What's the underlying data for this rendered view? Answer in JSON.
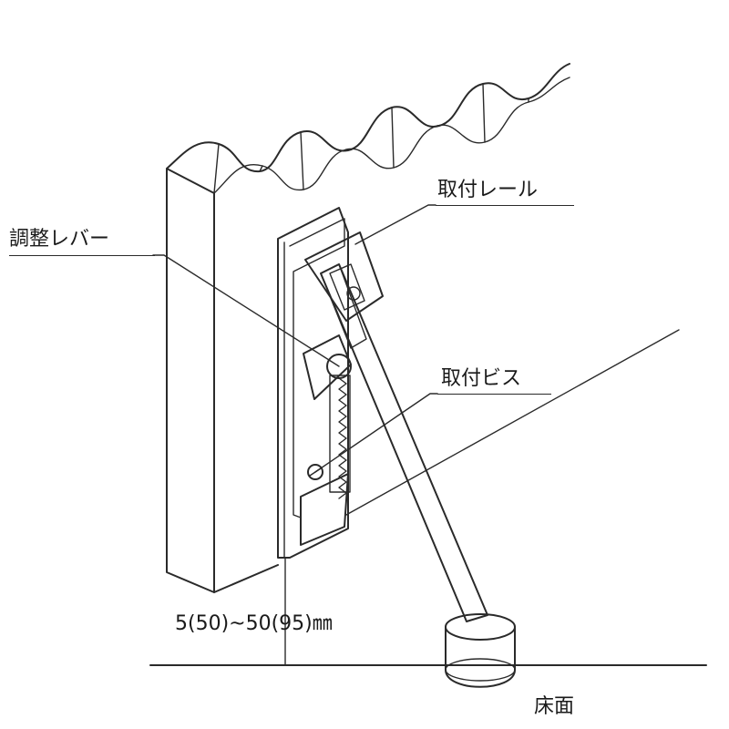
{
  "labels": {
    "adjust_lever": "調整レバー",
    "mount_rail": "取付レール",
    "mount_screw": "取付ビス",
    "dimension": "5(50)~50(95)㎜",
    "floor": "床面"
  }
}
